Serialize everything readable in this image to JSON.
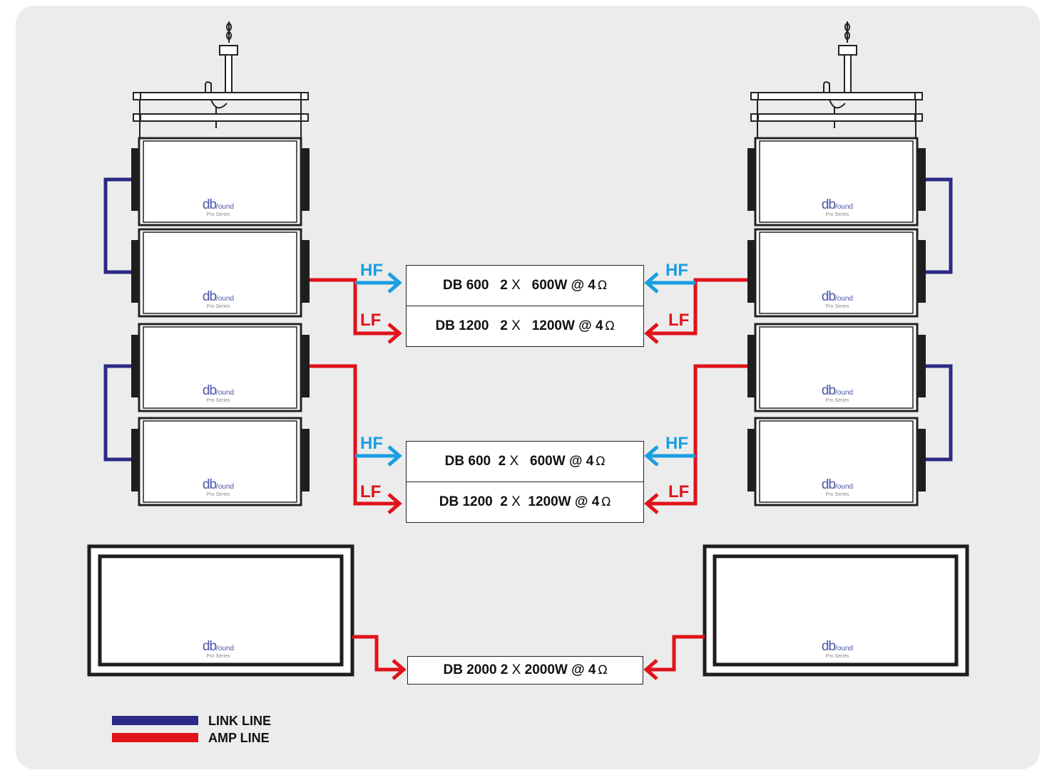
{
  "colors": {
    "link_line": "#2c2a85",
    "amp_line": "#e0121a",
    "hf": "#1a9ee0",
    "lf": "#e0121a",
    "background": "#ececec"
  },
  "amplifiers": {
    "upper_hf": {
      "model": "DB 600",
      "channels": "2",
      "x": "X",
      "power": "600W @ 4",
      "ohm": "Ω"
    },
    "upper_lf": {
      "model": "DB 1200",
      "channels": "2",
      "x": "X",
      "power": "1200W @ 4",
      "ohm": "Ω"
    },
    "lower_hf": {
      "model": "DB 600",
      "channels": "2",
      "x": "X",
      "power": "600W @ 4",
      "ohm": "Ω"
    },
    "lower_lf": {
      "model": "DB 1200",
      "channels": "2",
      "x": "X",
      "power": "1200W @ 4",
      "ohm": "Ω"
    },
    "sub": {
      "model": "DB 2000",
      "channels": "2",
      "x": "X",
      "power": "2000W @ 4",
      "ohm": "Ω"
    }
  },
  "labels": {
    "hf": "HF",
    "lf": "LF"
  },
  "logo": {
    "db": "db",
    "sound": "/ound",
    "series": "Pro Series"
  },
  "legend": {
    "link_line": "LINK LINE",
    "amp_line": "AMP LINE"
  }
}
